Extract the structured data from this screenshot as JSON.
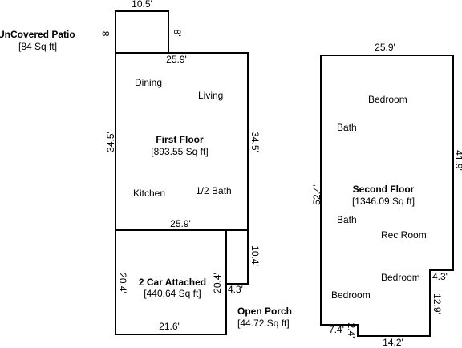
{
  "rooms": {
    "patio": {
      "name": "UnCovered Patio",
      "area": "[84 Sq ft]",
      "top_dim": "10.5'",
      "left_dim": "8'",
      "right_dim": "8'"
    },
    "first_floor": {
      "name": "First Floor",
      "area": "[893.55 Sq ft]",
      "top_dim": "25.9'",
      "left_dim": "34.5'",
      "right_dim": "34.5'",
      "bottom_dim": "25.9'",
      "labels": {
        "dining": "Dining",
        "living": "Living",
        "kitchen": "Kitchen",
        "half_bath": "1/2 Bath"
      }
    },
    "garage": {
      "name": "2 Car Attached",
      "area": "[440.64 Sq ft]",
      "left_dim": "20.4'",
      "right_dim": "20.4'",
      "bottom_dim": "21.6'"
    },
    "porch": {
      "name": "Open Porch",
      "area": "[44.72 Sq ft]",
      "height_dim": "10.4'",
      "width_dim": "4.3'"
    },
    "second_floor": {
      "name": "Second Floor",
      "area": "[1346.09 Sq ft]",
      "top_dim": "25.9'",
      "left_dim": "52.4'",
      "right_dim": "41.9'",
      "notch_width_dim": "4.3'",
      "notch_height_dim": "12.9'",
      "bottom_dim": "14.2'",
      "step_width_dim": "7.4'",
      "step_height_dim": "2.4'",
      "labels": {
        "bedroom_top": "Bedroom",
        "bath_top": "Bath",
        "bath_mid": "Bath",
        "rec_room": "Rec Room",
        "bedroom_right": "Bedroom",
        "bedroom_bottom": "Bedroom"
      }
    }
  }
}
